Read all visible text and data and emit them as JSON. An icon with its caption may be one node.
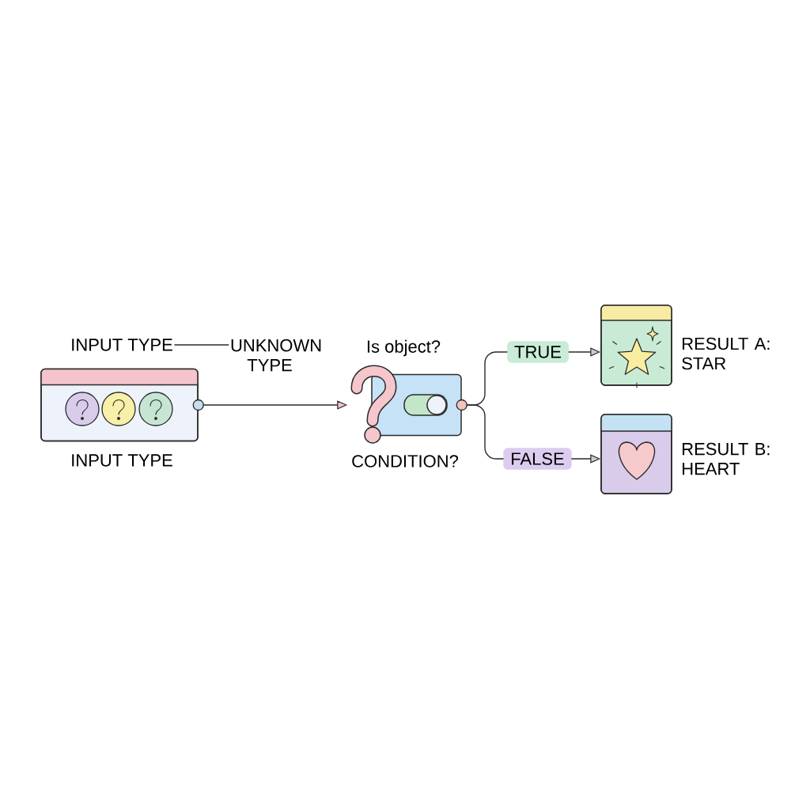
{
  "diagram": {
    "nodes": [
      {
        "text": [
          "INPUT TYPE"
        ]
      },
      {
        "text": [
          "UNKNOWN TYPE"
        ]
      },
      {
        "text": [],
        "shape": "box",
        "beside": [
          "INPUT TYPE"
        ]
      },
      {
        "text": [],
        "shape": "box",
        "beside": [
          "Is object?",
          "CONDITION?"
        ]
      },
      {
        "text": [
          "TRUE"
        ]
      },
      {
        "text": [
          "FALSE"
        ]
      },
      {
        "text": [],
        "shape": "box",
        "beside": [
          "RESULT A: STAR"
        ]
      },
      {
        "text": [],
        "shape": "box",
        "beside": [
          "RESULT B: HEART"
        ]
      }
    ],
    "edges": [
      {
        "from": 0,
        "to": 1,
        "arrow": "none"
      },
      {
        "from": 2,
        "to": 3,
        "arrow": "to"
      },
      {
        "from": 3,
        "to": 4,
        "arrow": "none"
      },
      {
        "from": 3,
        "to": 5,
        "arrow": "none"
      },
      {
        "from": 4,
        "to": 6,
        "arrow": "to"
      },
      {
        "from": 5,
        "to": 7,
        "arrow": "to"
      }
    ]
  }
}
